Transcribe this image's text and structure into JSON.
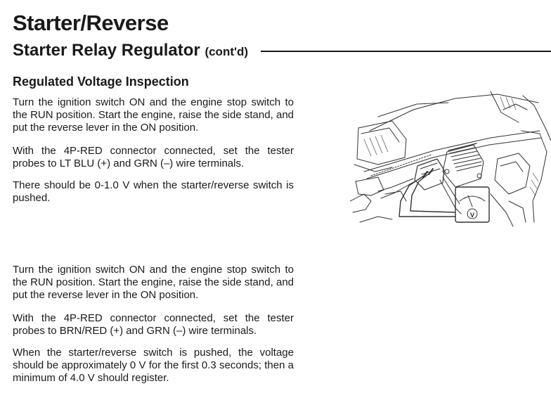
{
  "header": {
    "title": "Starter/Reverse",
    "subtitle": "Starter Relay Regulator",
    "subtitle_suffix": "(cont'd)"
  },
  "section": {
    "heading": "Regulated Voltage Inspection"
  },
  "inspection_1": {
    "para_1": "Turn the ignition switch ON and the engine stop switch to the RUN position. Start the engine, raise the side stand, and put the reverse lever in the ON position.",
    "para_2": "With the 4P-RED connector connected, set the tester probes to LT BLU (+) and GRN (–) wire terminals.",
    "para_3": "There should be 0-1.0 V when the starter/reverse switch is pushed."
  },
  "inspection_2": {
    "para_1": "Turn the ignition switch ON and the engine stop switch to the RUN position. Start the engine, raise the side stand, and put the reverse lever in the ON position.",
    "para_2": "With the 4P-RED connector connected, set the tester probes to BRN/RED (+) and GRN (–) wire terminals.",
    "para_3": "When the starter/reverse switch is pushed, the voltage should be approximately 0 V for the first 0.3 seconds; then a minimum of 4.0 V should register."
  },
  "illustration": {
    "meter_symbol": "V"
  }
}
